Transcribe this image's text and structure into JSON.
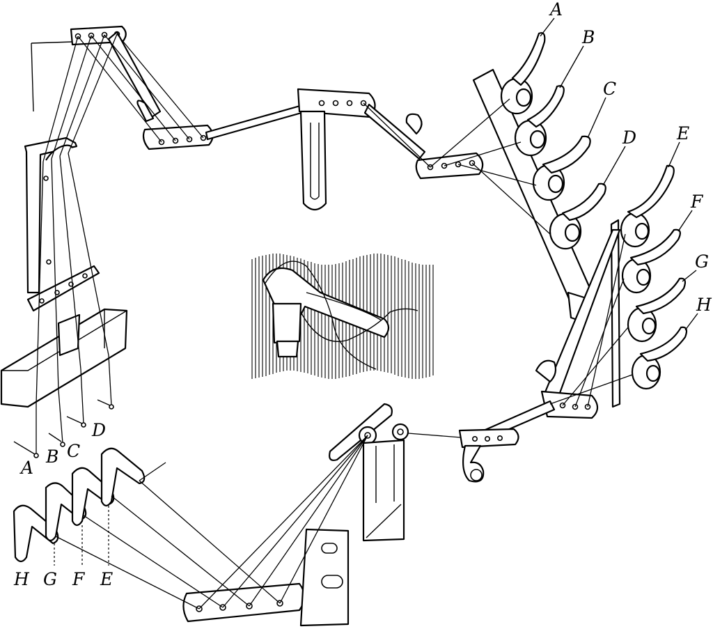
{
  "labels": {
    "right_top": [
      "A",
      "B",
      "C",
      "D",
      "E",
      "F",
      "G",
      "H"
    ],
    "left_upper": [
      "A",
      "B",
      "C",
      "D"
    ],
    "left_lower": [
      "H",
      "G",
      "F",
      "E"
    ]
  }
}
